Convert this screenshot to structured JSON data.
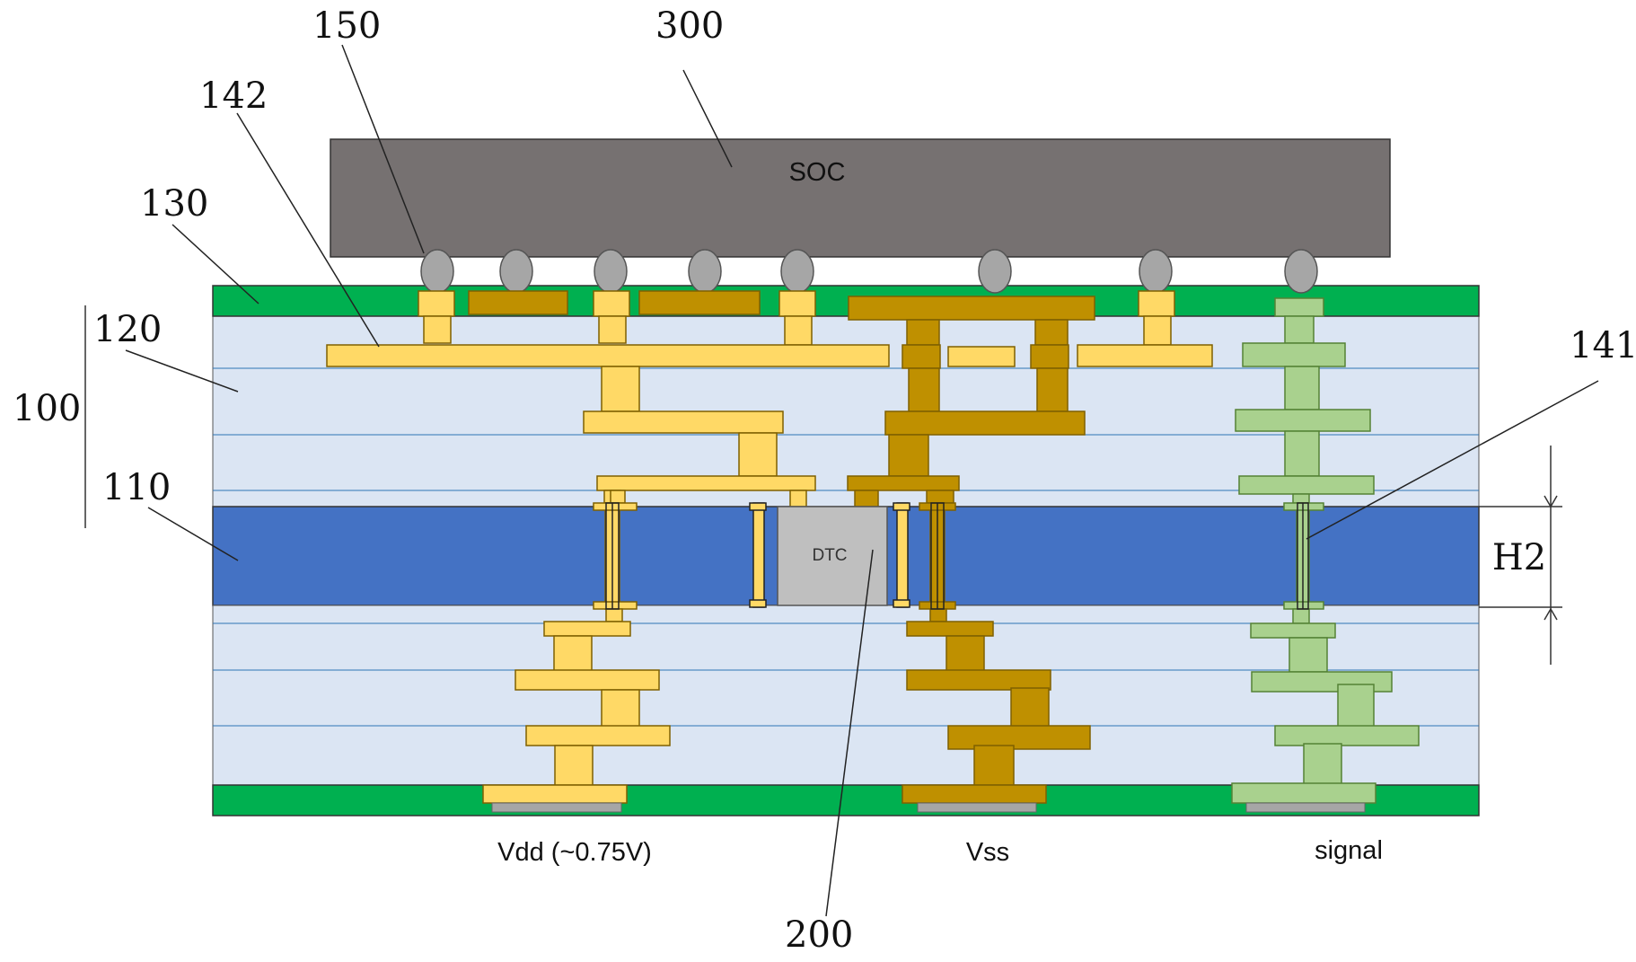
{
  "colors": {
    "background": "#ffffff",
    "dielectric": "#dbe5f3",
    "core": "#4472c4",
    "solder_mask": "#00b050",
    "soc": "#767171",
    "vdd_copper": "#ffd966",
    "vss_copper": "#bf9000",
    "signal_copper": "#a9d18e",
    "dtc": "#bfbfbf",
    "bump": "#a6a6a6",
    "line": "#222222"
  },
  "components": {
    "soc_label": "SOC",
    "dtc_label": "DTC"
  },
  "nets": {
    "vdd_label": "Vdd (~0.75V)",
    "vss_label": "Vss",
    "signal_label": "signal"
  },
  "dimension": {
    "label": "H2"
  },
  "reference_numerals": {
    "r100": "100",
    "r110": "110",
    "r120": "120",
    "r130": "130",
    "r141": "141",
    "r142": "142",
    "r150": "150",
    "r200": "200",
    "r300": "300"
  }
}
